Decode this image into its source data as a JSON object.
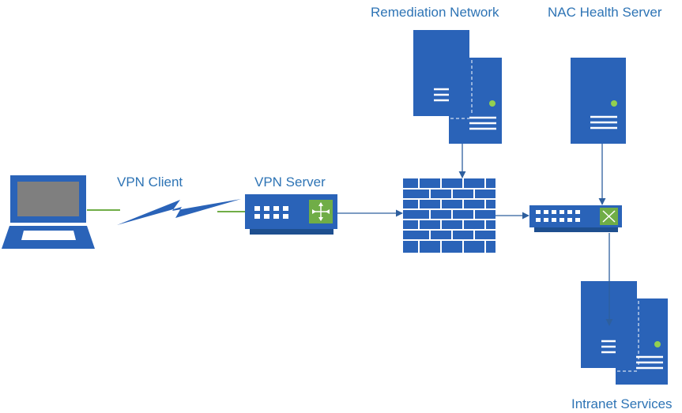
{
  "labels": {
    "vpn_client": "VPN Client",
    "vpn_server": "VPN Server",
    "remediation": "Remediation Network",
    "nac": "NAC Health Server",
    "intranet": "Intranet Services"
  },
  "colors": {
    "device": "#2a63b8",
    "device_dark": "#1e4f8f",
    "screen": "#7f7f7f",
    "led": "#92d050",
    "router_face": "#70ad47",
    "link_green": "#70ad47",
    "line": "#2e5f9e",
    "label": "#2e74b5"
  }
}
